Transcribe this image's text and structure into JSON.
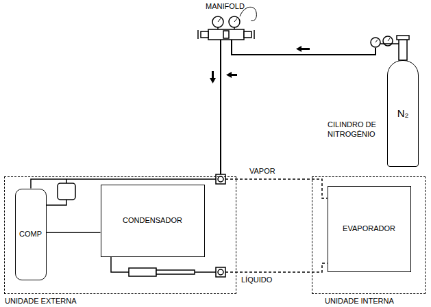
{
  "diagram": {
    "nodes": [
      {
        "text": [
          "UNIDADE EXTERNA"
        ]
      },
      {
        "text": [
          "COMP"
        ],
        "in": 0
      },
      {
        "text": [
          "CONDENSADOR"
        ],
        "in": 0
      },
      {
        "text": [
          "UNIDADE INTERNA"
        ]
      },
      {
        "text": [
          "EVAPORADOR"
        ],
        "in": 3
      },
      {
        "text": [
          "N₂"
        ]
      }
    ],
    "edges": [
      {
        "from": 1,
        "to": 2,
        "arrow": "none"
      },
      {
        "from": 1,
        "to": 4,
        "label": "VAPOR",
        "arrow": "none"
      },
      {
        "from": 2,
        "to": 4,
        "label": "LÍQUIDO",
        "arrow": "none"
      }
    ],
    "labels": [
      "MANIFOLD",
      "CILINDRO DE NITROGÊNIO"
    ]
  }
}
